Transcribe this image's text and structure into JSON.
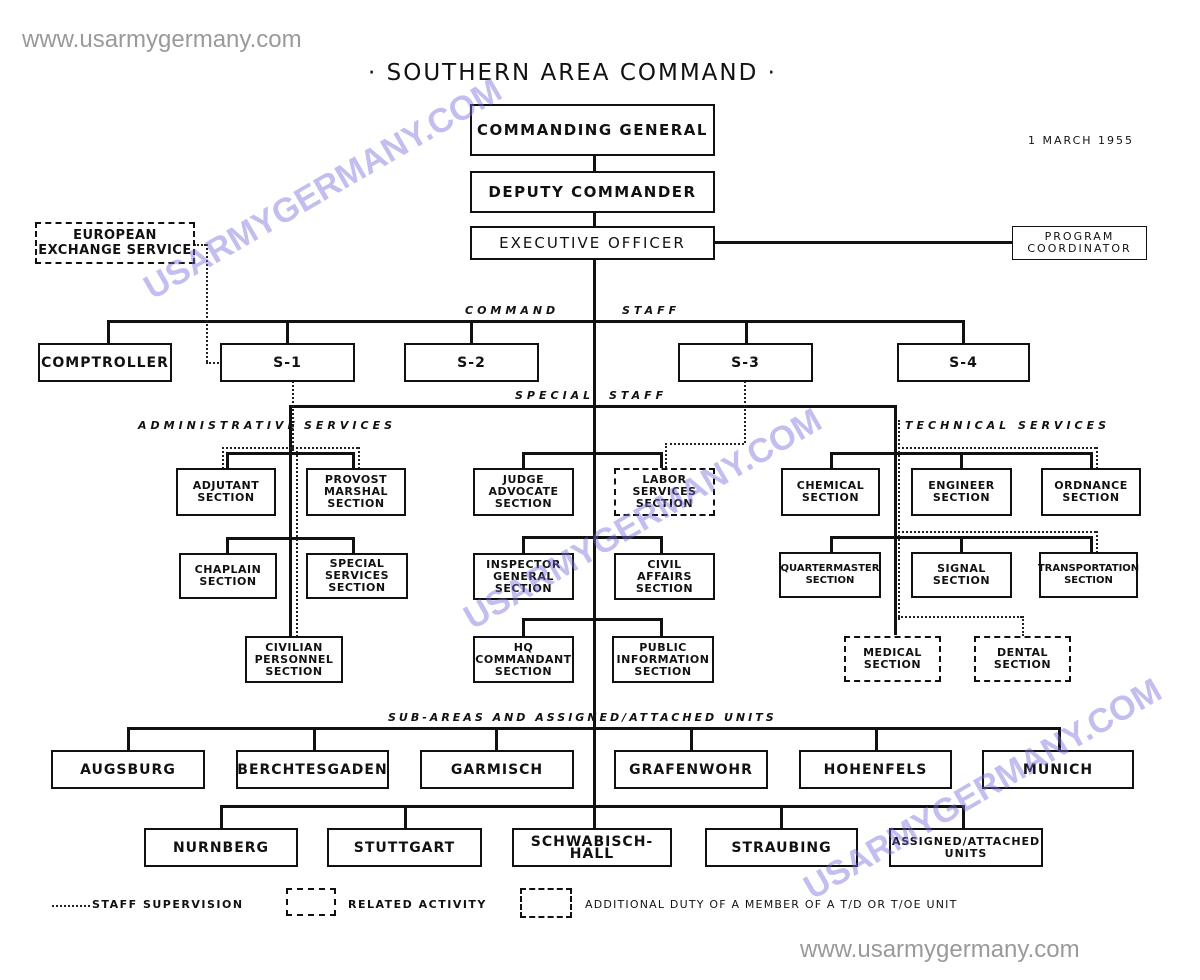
{
  "watermark_top": "www.usarmygermany.com",
  "watermark_bottom": "www.usarmygermany.com",
  "overlay_watermark": "USARMYGERMANY.COM",
  "title": "· SOUTHERN AREA COMMAND ·",
  "date": "1 MARCH 1955",
  "command": {
    "commanding_general": "COMMANDING GENERAL",
    "deputy_commander": "DEPUTY COMMANDER",
    "executive_officer": "EXECUTIVE OFFICER",
    "program_coordinator": "PROGRAM\nCOORDINATOR",
    "european_exchange": "EUROPEAN\nEXCHANGE SERVICE"
  },
  "labels": {
    "command_staff_left": "COMMAND",
    "command_staff_right": "STAFF",
    "special_staff_left": "SPECIAL",
    "special_staff_right": "STAFF",
    "admin_left": "ADMINISTRATIVE",
    "admin_right": "SERVICES",
    "technical": "TECHNICAL SERVICES",
    "subareas": "SUB-AREAS AND ASSIGNED/ATTACHED UNITS"
  },
  "command_staff": {
    "comptroller": "COMPTROLLER",
    "s1": "S-1",
    "s2": "S-2",
    "s3": "S-3",
    "s4": "S-4"
  },
  "administrative": {
    "adjutant": "ADJUTANT\nSECTION",
    "provost": "PROVOST\nMARSHAL\nSECTION",
    "chaplain": "CHAPLAIN\nSECTION",
    "special_services": "SPECIAL\nSERVICES\nSECTION",
    "civilian_personnel": "CIVILIAN\nPERSONNEL\nSECTION"
  },
  "special": {
    "judge_advocate": "JUDGE\nADVOCATE\nSECTION",
    "labor_services": "LABOR\nSERVICES\nSECTION",
    "inspector_general": "INSPECTOR\nGENERAL\nSECTION",
    "civil_affairs": "CIVIL\nAFFAIRS\nSECTION",
    "hq_commandant": "HQ\nCOMMANDANT\nSECTION",
    "public_information": "PUBLIC\nINFORMATION\nSECTION"
  },
  "technical": {
    "chemical": "CHEMICAL\nSECTION",
    "engineer": "ENGINEER\nSECTION",
    "ordnance": "ORDNANCE\nSECTION",
    "quartermaster": "QUARTERMASTER\nSECTION",
    "signal": "SIGNAL\nSECTION",
    "transportation": "TRANSPORTATION\nSECTION",
    "medical": "MEDICAL\nSECTION",
    "dental": "DENTAL\nSECTION"
  },
  "subareas_row1": [
    "AUGSBURG",
    "BERCHTESGADEN",
    "GARMISCH",
    "GRAFENWOHR",
    "HOHENFELS",
    "MUNICH"
  ],
  "subareas_row2": [
    "NURNBERG",
    "STUTTGART",
    "SCHWABISCH-HALL",
    "STRAUBING",
    "ASSIGNED/ATTACHED\nUNITS"
  ],
  "legend": {
    "staff_supervision": "STAFF SUPERVISION",
    "related_activity": "RELATED ACTIVITY",
    "additional_duty": "ADDITIONAL DUTY OF A MEMBER OF A T/D OR T/OE UNIT"
  }
}
